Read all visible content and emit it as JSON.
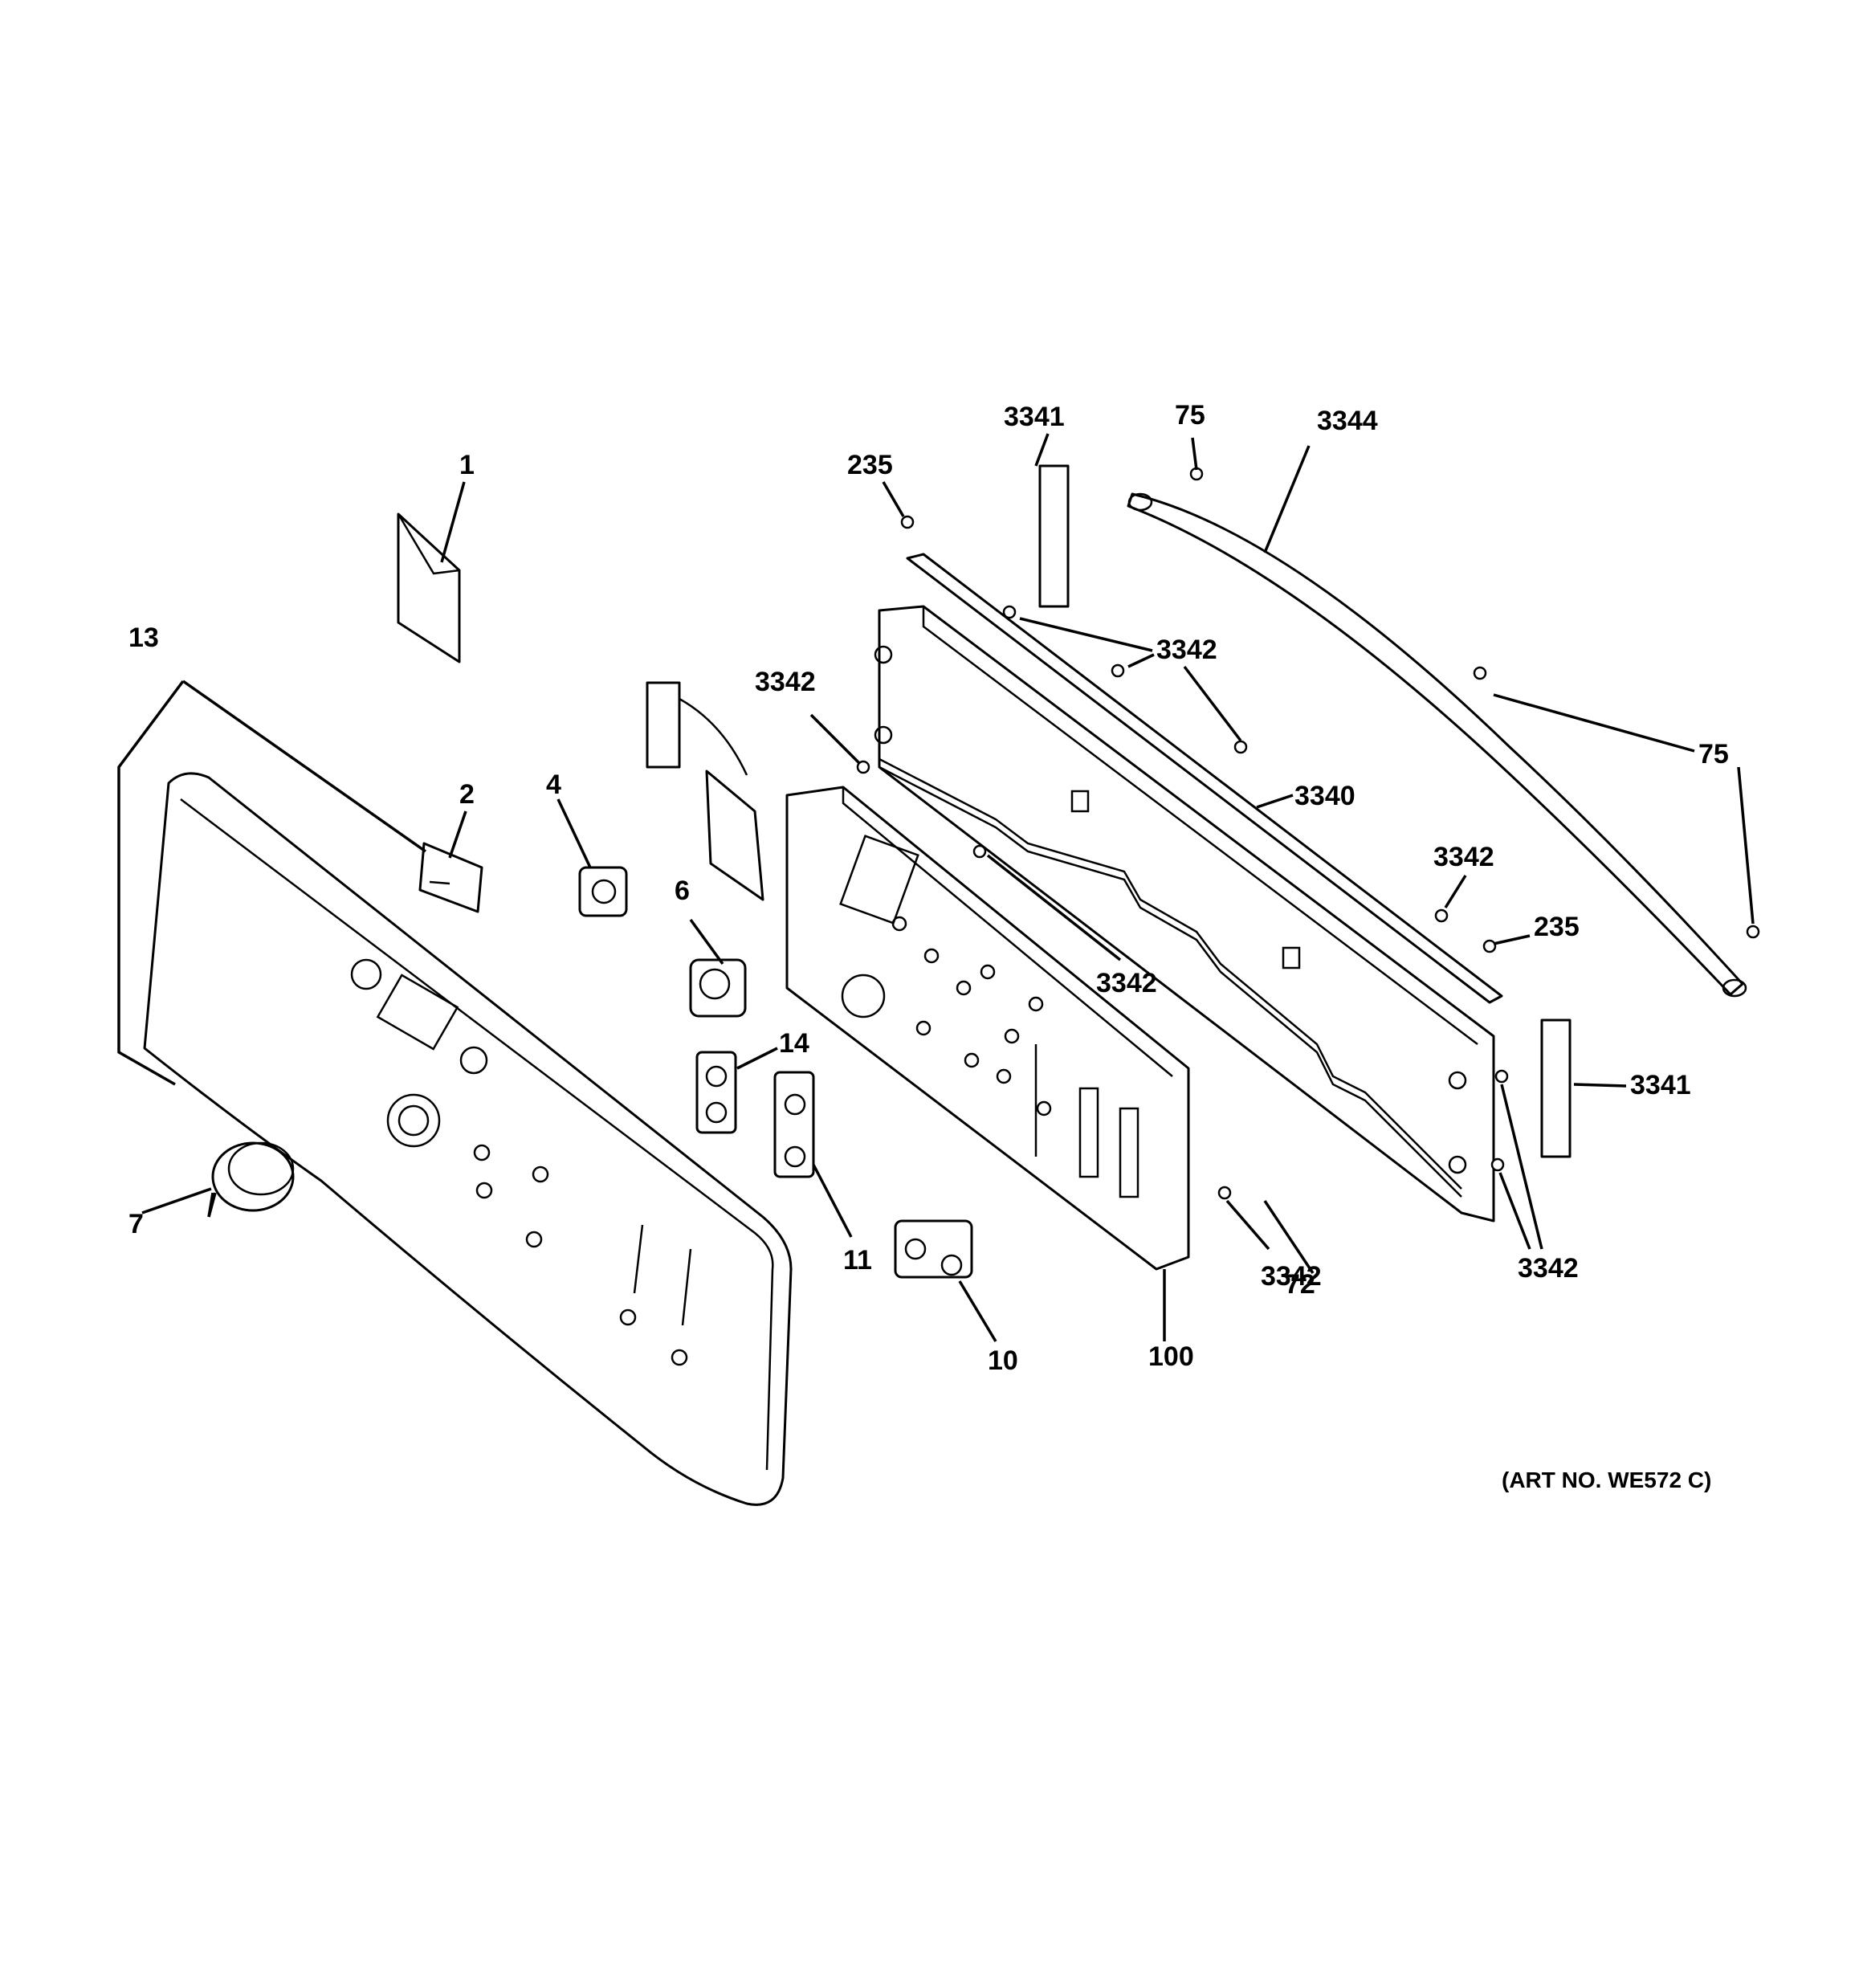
{
  "diagram": {
    "art_number": "(ART NO. WE572 C)",
    "callouts": {
      "c1": "1",
      "c2": "2",
      "c4": "4",
      "c6": "6",
      "c7": "7",
      "c10": "10",
      "c11": "11",
      "c13": "13",
      "c14": "14",
      "c72": "72",
      "c75_top": "75",
      "c75_right": "75",
      "c100": "100",
      "c235_top": "235",
      "c235_right": "235",
      "c3340": "3340",
      "c3341_top": "3341",
      "c3341_right": "3341",
      "c3342_top": "3342",
      "c3342_left": "3342",
      "c3342_mid": "3342",
      "c3342_right": "3342",
      "c3342_bottom": "3342",
      "c3342_bottom_right": "3342",
      "c3344": "3344"
    }
  }
}
